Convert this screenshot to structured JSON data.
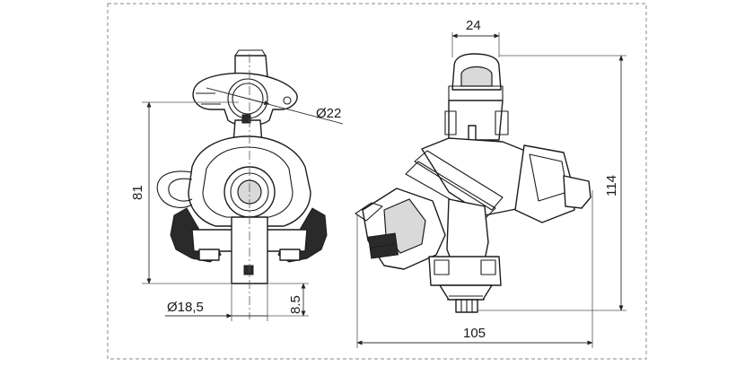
{
  "figure": {
    "type": "technical-drawing",
    "views": [
      "front-view",
      "side-view"
    ],
    "colors": {
      "line": "#1c1c1c",
      "frame": "#8a8a8a",
      "background": "#ffffff"
    }
  },
  "dimensions": {
    "clamp_diameter": "Ø22",
    "height_front": "81",
    "pipe_diameter": "Ø18,5",
    "outlet_height": "8.5",
    "top_width": "24",
    "total_height": "114",
    "total_width": "105"
  }
}
